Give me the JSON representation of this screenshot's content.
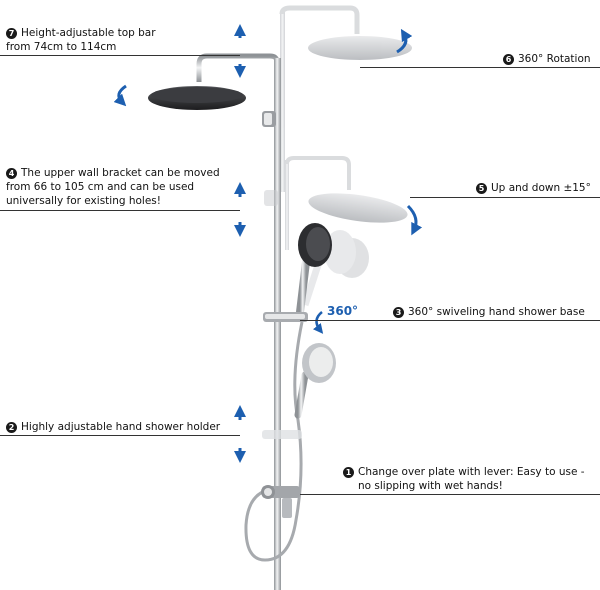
{
  "colors": {
    "arrow_blue": "#1d5fb0",
    "text": "#111111",
    "chrome": "#b9bcc0",
    "dark_plate": "#2b2b2e"
  },
  "features": [
    {
      "num": "7",
      "lines": [
        "Height-adjustable top bar",
        "from 74cm to 114cm"
      ]
    },
    {
      "num": "6",
      "lines": [
        "360° Rotation"
      ]
    },
    {
      "num": "4",
      "lines": [
        "The upper wall bracket can be moved",
        "from 66 to 105 cm and can be used",
        "universally for existing holes!"
      ]
    },
    {
      "num": "5",
      "lines": [
        "Up and down ±15°"
      ]
    },
    {
      "num": "3",
      "lines": [
        "360° swiveling hand shower base"
      ]
    },
    {
      "num": "2",
      "lines": [
        "Highly adjustable hand shower holder"
      ]
    },
    {
      "num": "1",
      "lines": [
        "Change over plate with lever: Easy to use -",
        "no slipping with wet hands!"
      ]
    }
  ],
  "rotation_badge": "360°",
  "icons": [
    "up-down-arrow-icon",
    "rotate-arrow-icon",
    "swivel-arrow-icon"
  ]
}
